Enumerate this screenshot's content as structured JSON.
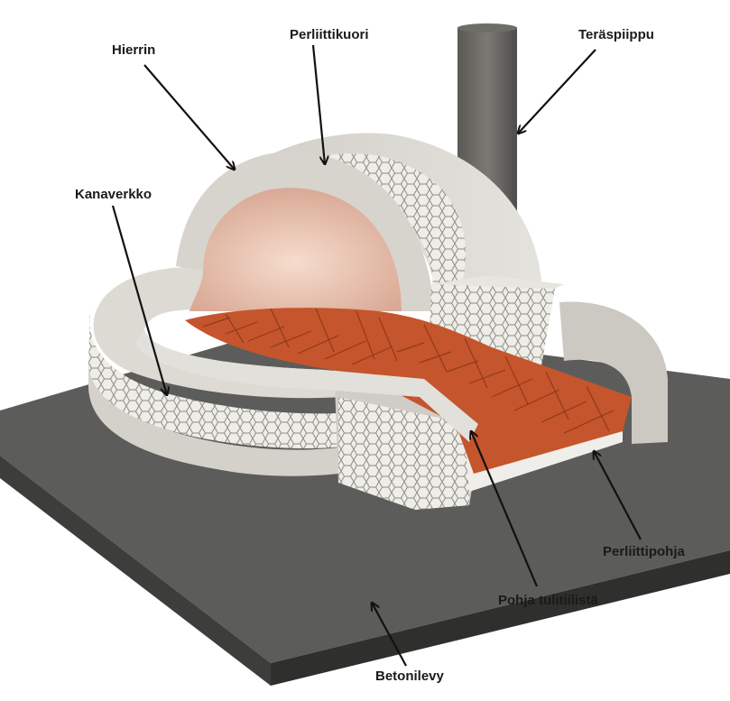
{
  "labels": {
    "hierrin": "Hierrin",
    "perliittikuori": "Perliittikuori",
    "teraspiippu": "Teräspiippu",
    "kanaverkko": "Kanaverkko",
    "perliittipohja": "Perliittipohja",
    "pohja_tulitiilista": "Pohja tulitiilistä",
    "betonilevy": "Betonilevy"
  },
  "colors": {
    "concrete_slab_top": "#5b5b59",
    "concrete_slab_side": "#3f3f3d",
    "render_shell": "#d8d6cf",
    "perlite_mesh": "#ecebe6",
    "chamber_interior": "#e9c9b8",
    "fire_brick": "#c0502a",
    "steel_chimney": "#6b6a66",
    "arrow": "#111111"
  }
}
